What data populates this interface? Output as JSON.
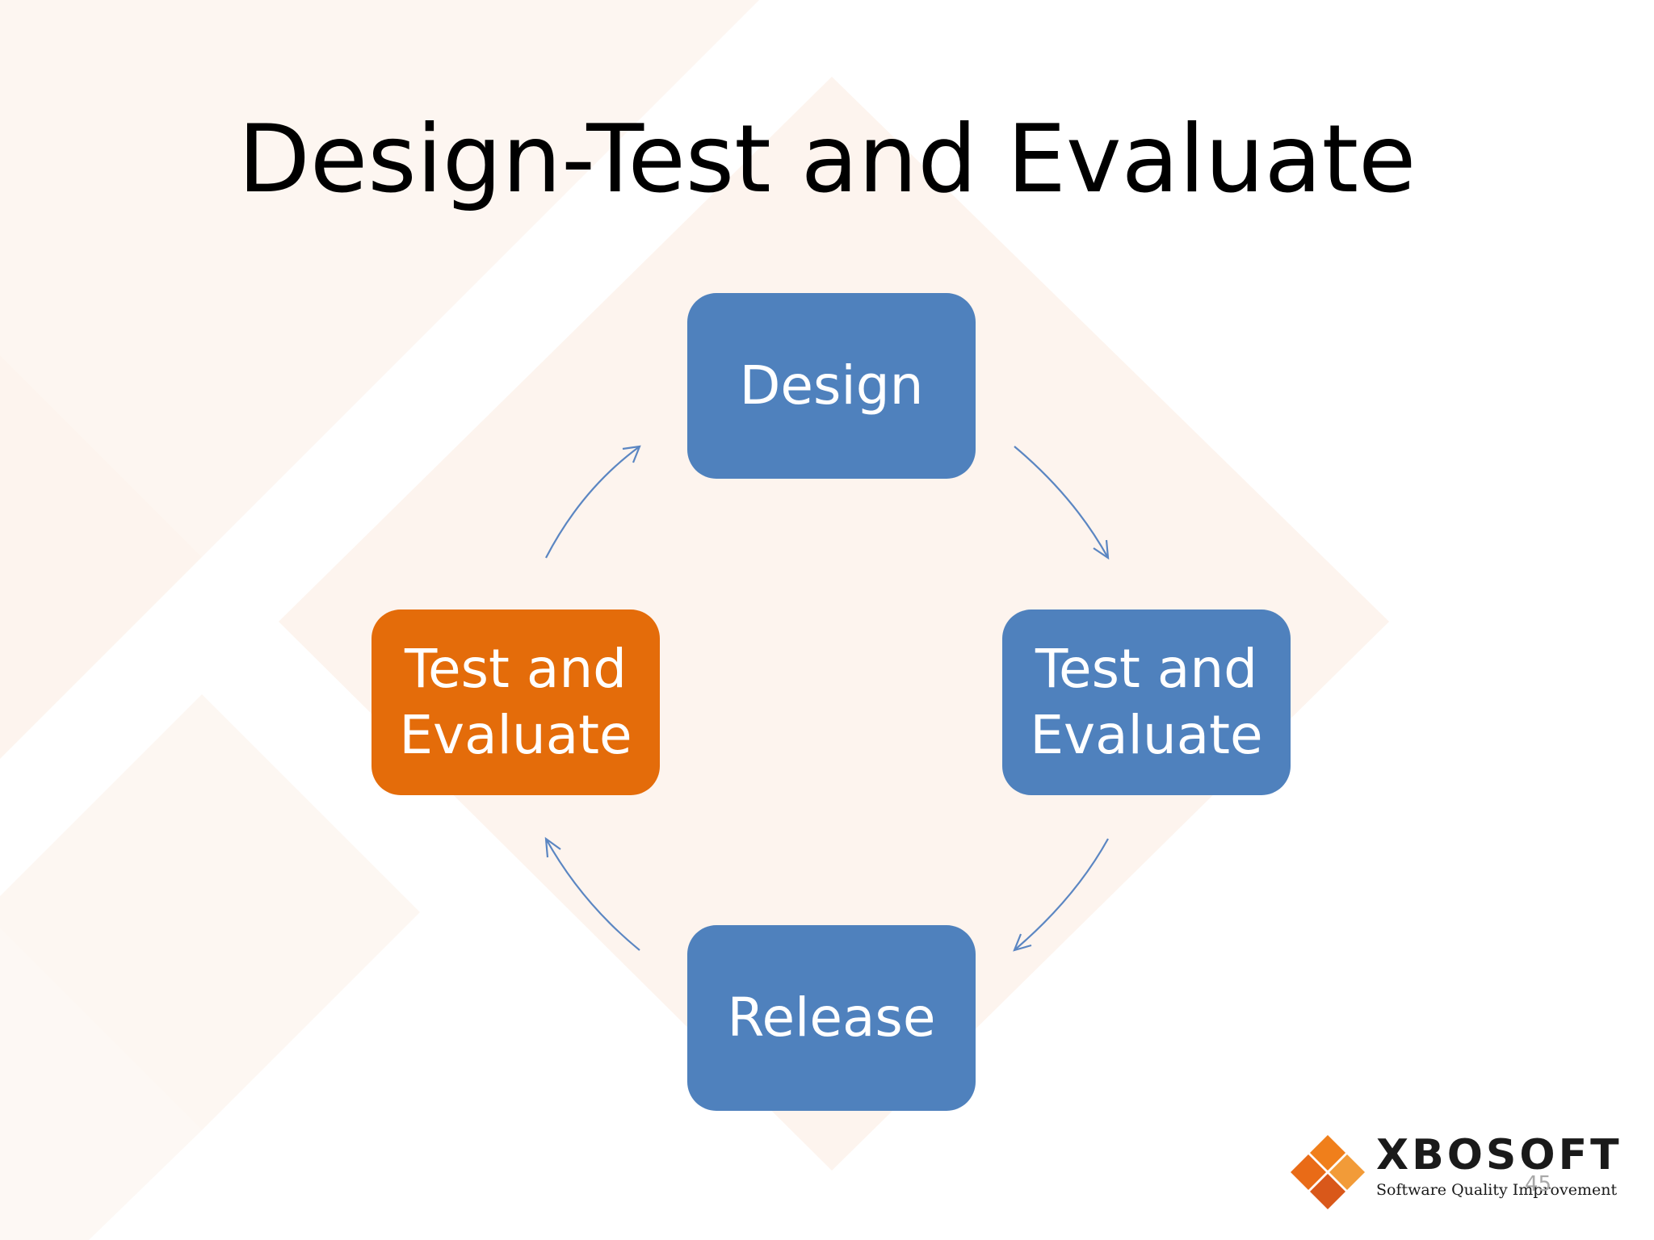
{
  "slide": {
    "title": "Design-Test and Evaluate",
    "page_number": "45"
  },
  "diagram": {
    "nodes": [
      {
        "id": "design",
        "label": "Design",
        "color": "#4F81BD",
        "highlighted": false
      },
      {
        "id": "test-evaluate-right",
        "label": "Test and Evaluate",
        "color": "#4F81BD",
        "highlighted": false
      },
      {
        "id": "release",
        "label": "Release",
        "color": "#4F81BD",
        "highlighted": false
      },
      {
        "id": "test-evaluate-left",
        "label": "Test and Evaluate",
        "color": "#E46C0A",
        "highlighted": true
      }
    ],
    "edges": [
      {
        "from": "design",
        "to": "test-evaluate-right"
      },
      {
        "from": "test-evaluate-right",
        "to": "release"
      },
      {
        "from": "release",
        "to": "test-evaluate-left"
      },
      {
        "from": "test-evaluate-left",
        "to": "design"
      }
    ],
    "arrow_color": "#5B86C2"
  },
  "logo": {
    "name": "XBOSOFT",
    "tagline": "Software Quality Improvement",
    "colors": [
      "#F07F1B",
      "#E96B17",
      "#F29B38",
      "#D9581A"
    ]
  },
  "theme": {
    "background": "#FFFFFF",
    "background_tint": "#FCEEE4"
  }
}
